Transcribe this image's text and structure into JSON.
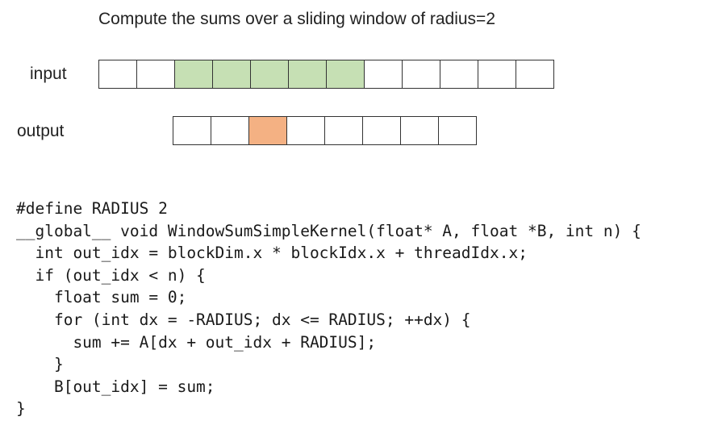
{
  "title": "Compute the sums over a sliding window of radius=2",
  "input_label": "input",
  "output_label": "output",
  "colors": {
    "window": "#c6e0b4",
    "target": "#f4b183",
    "empty": "#ffffff",
    "border": "#333333"
  },
  "input_cells": [
    "empty",
    "empty",
    "window",
    "window",
    "window",
    "window",
    "window",
    "empty",
    "empty",
    "empty",
    "empty",
    "empty"
  ],
  "output_cells": [
    "empty",
    "empty",
    "target",
    "empty",
    "empty",
    "empty",
    "empty",
    "empty"
  ],
  "code_lines": [
    "#define RADIUS 2",
    "__global__ void WindowSumSimpleKernel(float* A, float *B, int n) {",
    "  int out_idx = blockDim.x * blockIdx.x + threadIdx.x;",
    "  if (out_idx < n) {",
    "    float sum = 0;",
    "    for (int dx = -RADIUS; dx <= RADIUS; ++dx) {",
    "      sum += A[dx + out_idx + RADIUS];",
    "    }",
    "    B[out_idx] = sum;",
    "}"
  ]
}
